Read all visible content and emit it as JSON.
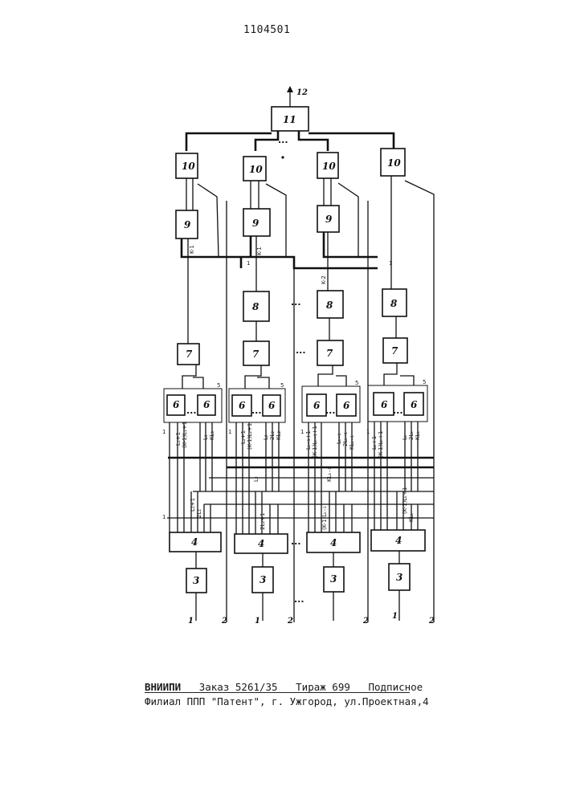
{
  "header": {
    "patent_number": "1104501"
  },
  "footer": {
    "line1": {
      "org": "ВНИИПИ",
      "order": "Заказ 5261/35",
      "print_run": "Тираж 699",
      "type": "Подписное"
    },
    "line2": "Филиал ППП \"Патент\", г. Ужгород, ул.Проектная,4"
  },
  "diagram": {
    "output_block": "11",
    "output_signal": "12",
    "block_labels": {
      "b3": "3",
      "b4": "4",
      "b5": "5",
      "b6": "6",
      "b7": "7",
      "b8": "8",
      "b9": "9",
      "b10": "10"
    },
    "ellipsis": "...",
    "inputs": {
      "input_1": "1",
      "input_2": "2"
    },
    "selector_labels": [
      "K-1",
      "1",
      "K-2",
      "1",
      "K-1"
    ],
    "signal_labels": {
      "col1": [
        "1",
        "L₁+1",
        "(K-1)L₁+1",
        "2L₁",
        "KL₁",
        "L₁",
        "L₁+1",
        "2L₁"
      ],
      "col2": [
        "1",
        "L₂+1",
        "(K-1)L₂+1",
        "L₂",
        "2L₂",
        "KL₂",
        "L₂",
        "2L₂+1"
      ],
      "col3": [
        "1",
        "Lₖ₋₁+1",
        "(K-1)Lₖ₋₁+1",
        "Lₖ₋₁",
        "2Lₖ₋₁",
        "KLₖ₋₁",
        "(K-1)Lₖ₋₁",
        "KLₖ₋₁"
      ],
      "col4": [
        "1",
        "Lₖ+1",
        "(K-1)Lₖ+1",
        "Lₖ",
        "2Lₖ",
        "KLₖ",
        "(K-1)Lₖ+1",
        "KLₖ"
      ]
    }
  }
}
